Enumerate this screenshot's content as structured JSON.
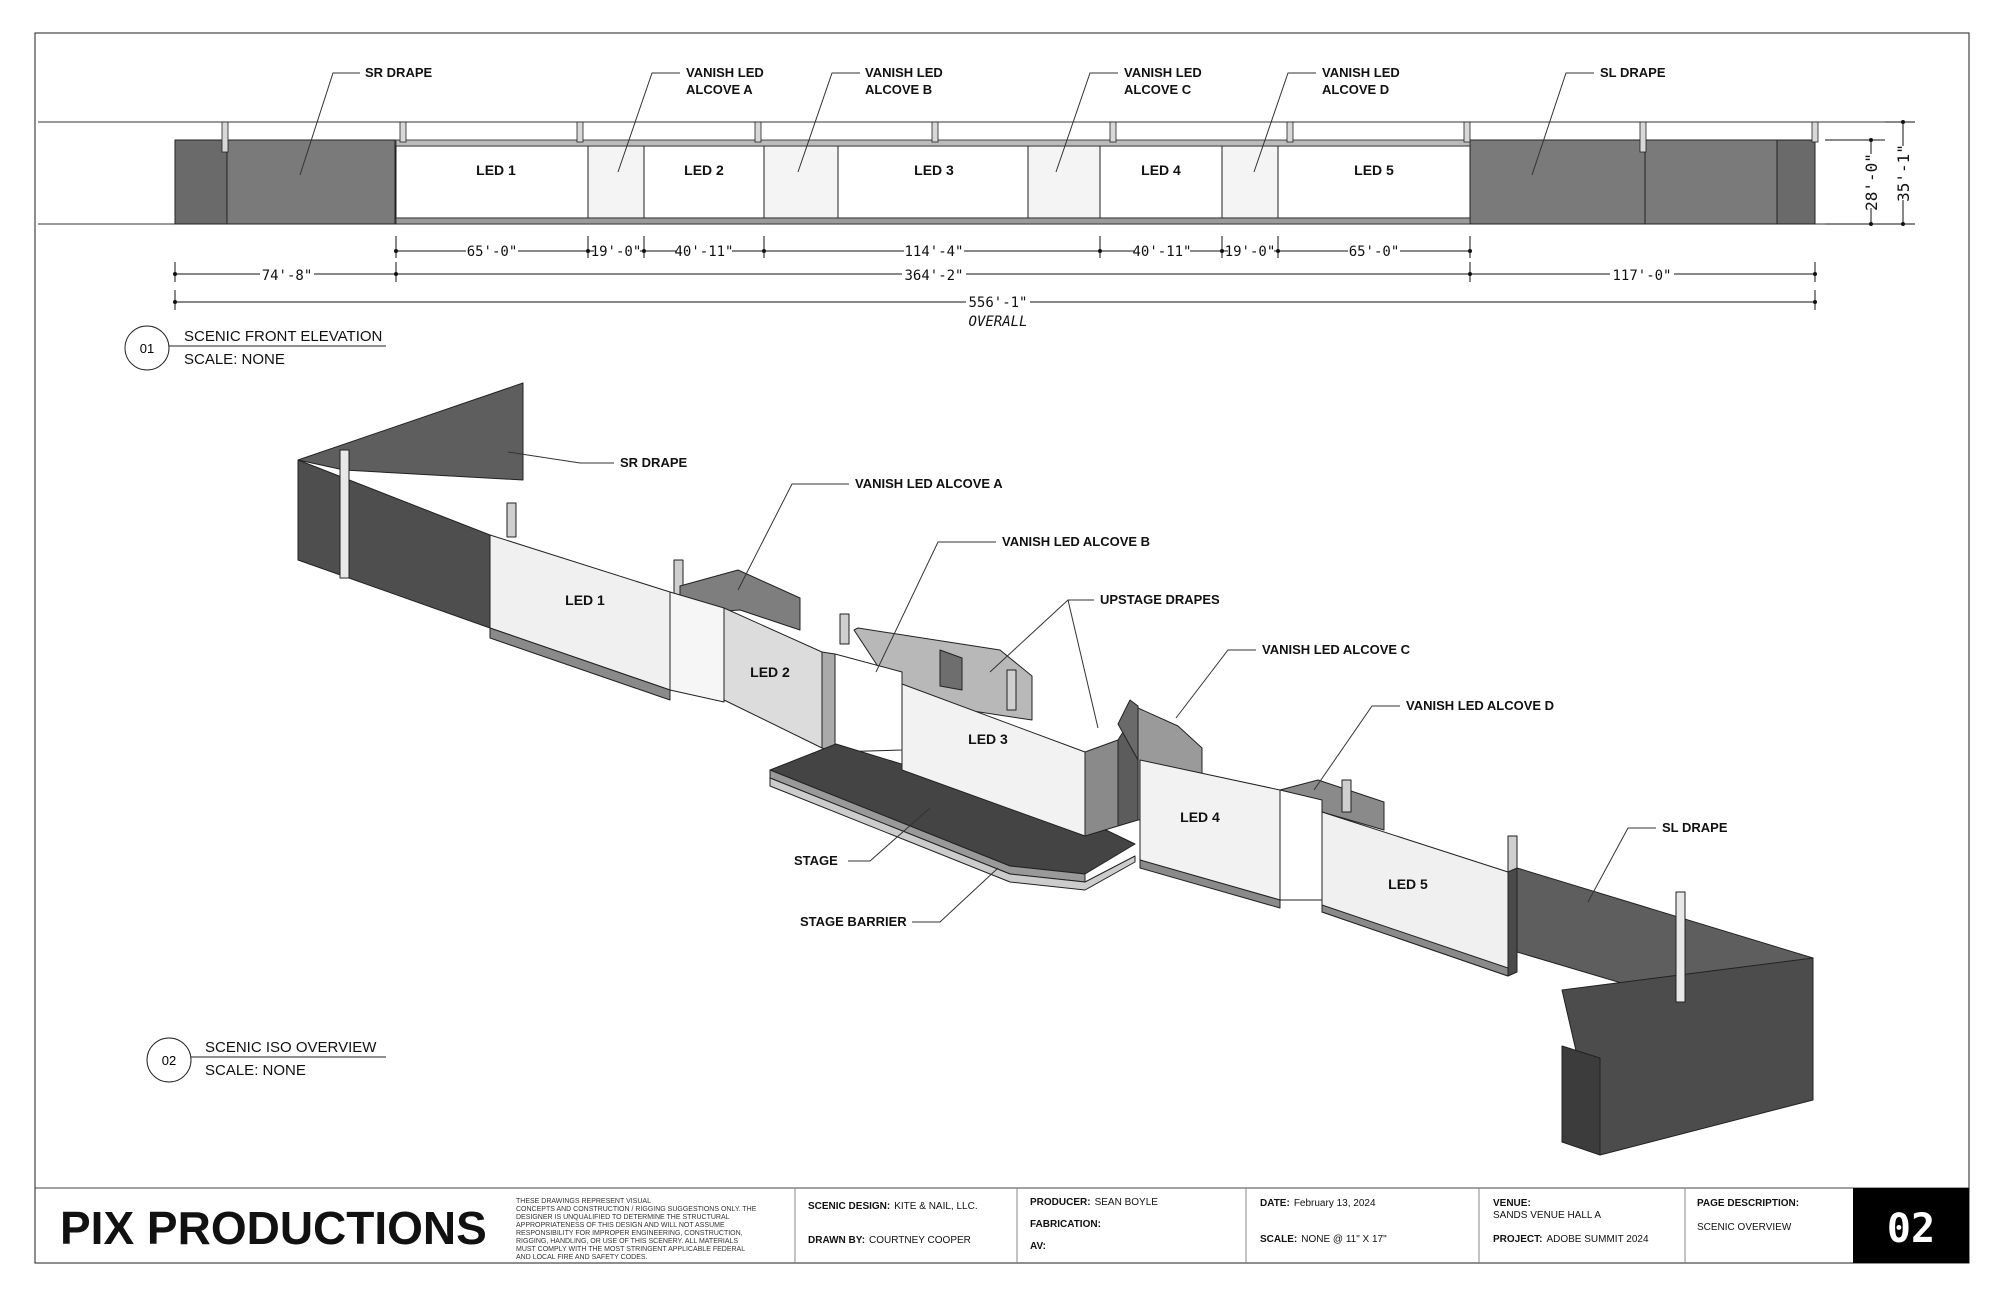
{
  "elevation": {
    "labels": {
      "sr_drape": "SR DRAPE",
      "alcove_a": [
        "VANISH LED",
        "ALCOVE A"
      ],
      "alcove_b": [
        "VANISH LED",
        "ALCOVE B"
      ],
      "alcove_c": [
        "VANISH LED",
        "ALCOVE C"
      ],
      "alcove_d": [
        "VANISH LED",
        "ALCOVE D"
      ],
      "sl_drape": "SL DRAPE"
    },
    "panels": {
      "led1": "LED 1",
      "led2": "LED 2",
      "led3": "LED 3",
      "led4": "LED 4",
      "led5": "LED 5"
    },
    "dimensions": {
      "row1": [
        "65'-0\"",
        "19'-0\"",
        "40'-11\"",
        "114'-4\"",
        "40'-11\"",
        "19'-0\"",
        "65'-0\""
      ],
      "row2": [
        "74'-8\"",
        "364'-2\"",
        "117'-0\""
      ],
      "overall": "556'-1\"",
      "overall_label": "OVERALL",
      "height_inner": "28'-0\"",
      "height_outer": "35'-1\""
    },
    "callout": {
      "number": "01",
      "title": "SCENIC FRONT ELEVATION",
      "scale": "SCALE: NONE"
    }
  },
  "iso": {
    "labels": {
      "sr_drape": "SR DRAPE",
      "alcove_a": "VANISH LED ALCOVE A",
      "alcove_b": "VANISH LED ALCOVE B",
      "upstage": "UPSTAGE DRAPES",
      "alcove_c": "VANISH LED ALCOVE C",
      "alcove_d": "VANISH LED ALCOVE D",
      "sl_drape": "SL DRAPE",
      "stage": "STAGE",
      "barrier": "STAGE BARRIER"
    },
    "panels": {
      "led1": "LED 1",
      "led2": "LED 2",
      "led3": "LED 3",
      "led4": "LED 4",
      "led5": "LED 5"
    },
    "callout": {
      "number": "02",
      "title": "SCENIC ISO OVERVIEW",
      "scale": "SCALE: NONE"
    }
  },
  "title_block": {
    "company": "PIX PRODUCTIONS",
    "disclaimer": [
      "THESE DRAWINGS REPRESENT VISUAL",
      "CONCEPTS AND CONSTRUCTION / RIGGING SUGGESTIONS ONLY. THE",
      "DESIGNER IS UNQUALIFIED TO DETERMINE THE STRUCTURAL",
      "APPROPRIATENESS OF THIS DESIGN AND WILL NOT ASSUME",
      "RESPONSIBILITY FOR IMPROPER ENGINEERING, CONSTRUCTION,",
      "RIGGING, HANDLING, OR USE OF THIS SCENERY. ALL MATERIALS",
      "MUST COMPLY WITH THE MOST STRINGENT APPLICABLE FEDERAL",
      "AND LOCAL FIRE AND SAFETY CODES."
    ],
    "scenic_design_label": "SCENIC DESIGN:",
    "scenic_design": "KITE & NAIL, LLC.",
    "drawn_by_label": "DRAWN BY:",
    "drawn_by": "COURTNEY COOPER",
    "producer_label": "PRODUCER:",
    "producer": "SEAN BOYLE",
    "fabrication_label": "FABRICATION:",
    "av_label": "AV:",
    "date_label": "DATE:",
    "date": "February 13, 2024",
    "scale_label": "SCALE:",
    "scale": "NONE @ 11\" X 17\"",
    "venue_label": "VENUE:",
    "venue": "SANDS VENUE HALL A",
    "project_label": "PROJECT:",
    "project": "ADOBE SUMMIT 2024",
    "page_desc_label": "PAGE DESCRIPTION:",
    "page_desc": "SCENIC OVERVIEW",
    "page_number": "02"
  },
  "colors": {
    "drape": "#777777",
    "dark": "#555555",
    "led": "#f2f2f2",
    "stage": "#4a4a4a"
  }
}
